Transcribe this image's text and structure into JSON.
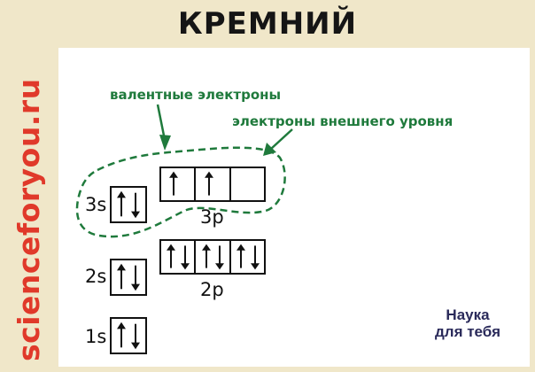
{
  "title": "КРЕМНИЙ",
  "watermark": "scienceforyou.ru",
  "labels": {
    "valence": "валентные электроны",
    "outer": "электроны внешнего уровня"
  },
  "orbitals": {
    "s3": {
      "label": "3s",
      "cells": [
        [
          "up",
          "down"
        ]
      ]
    },
    "p3": {
      "label": "3p",
      "cells": [
        [
          "up"
        ],
        [
          "up"
        ],
        []
      ]
    },
    "s2": {
      "label": "2s",
      "cells": [
        [
          "up",
          "down"
        ]
      ]
    },
    "p2": {
      "label": "2p",
      "cells": [
        [
          "up",
          "down"
        ],
        [
          "up",
          "down"
        ],
        [
          "up",
          "down"
        ]
      ]
    },
    "s1": {
      "label": "1s",
      "cells": [
        [
          "up",
          "down"
        ]
      ]
    }
  },
  "brand": {
    "line1": "Наука",
    "line2": "для тебя"
  },
  "colors": {
    "background": "#f0e7c9",
    "watermark": "#e0392a",
    "annotation": "#1f7a3c"
  }
}
